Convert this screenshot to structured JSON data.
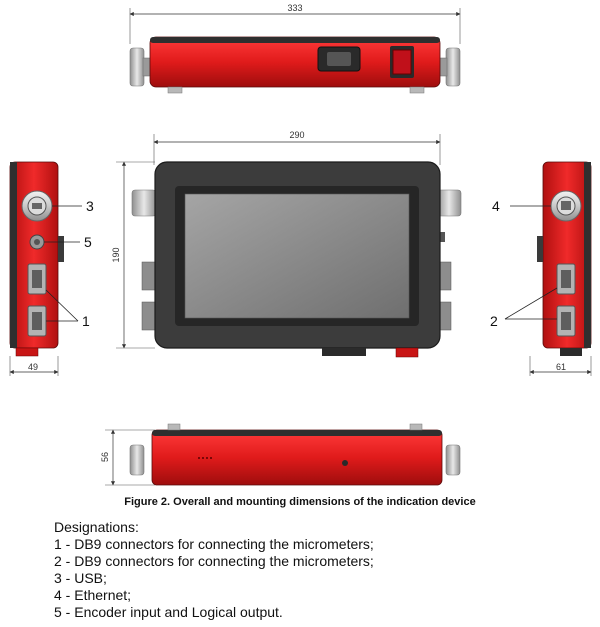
{
  "dimensions": {
    "top_width": "333",
    "front_width": "290",
    "front_height": "190",
    "left_width": "49",
    "right_width": "61",
    "bottom_height": "56"
  },
  "callouts": {
    "usb": "3",
    "encoder": "5",
    "db9_left": "1",
    "ethernet": "4",
    "db9_right": "2"
  },
  "caption": "Figure 2. Overall and mounting dimensions of the indication device",
  "designations": {
    "title": "Designations:",
    "items": [
      "1 - DB9 connectors for connecting the micrometers;",
      "2 - DB9 connectors for connecting the micrometers;",
      "3 - USB;",
      "4 - Ethernet;",
      "5 - Encoder input and Logical output."
    ]
  },
  "colors": {
    "housing_red": "#e01b1b",
    "frame_dark": "#3a3a3a",
    "screen_gray": "#8a8a8a",
    "connector_gray": "#b5b5b5"
  }
}
